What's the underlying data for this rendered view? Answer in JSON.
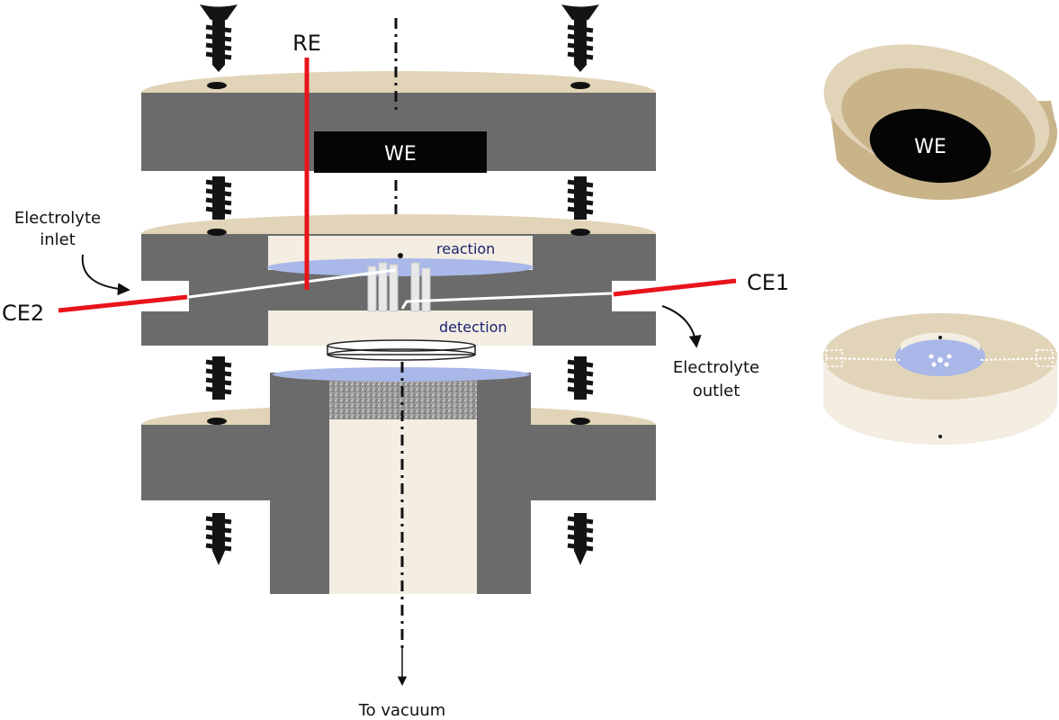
{
  "labels": {
    "re": "RE",
    "we_main": "WE",
    "we_side": "WE",
    "electrolyte_inlet_line1": "Electrolyte",
    "electrolyte_inlet_line2": "inlet",
    "ce2": "CE2",
    "ce1": "CE1",
    "reaction": "reaction",
    "detection": "detection",
    "electrolyte_outlet_line1": "Electrolyte",
    "electrolyte_outlet_line2": "outlet",
    "to_vacuum": "To vacuum"
  },
  "colors": {
    "housing_gray": "#6b6b6b",
    "beige_top": "#e2d4b8",
    "beige_light": "#f3ede2",
    "electrode_black": "#050505",
    "wire_red": "#e8141b",
    "electrolyte_blue": "#a9b8e8",
    "text_dark_blue": "#1c2470"
  }
}
